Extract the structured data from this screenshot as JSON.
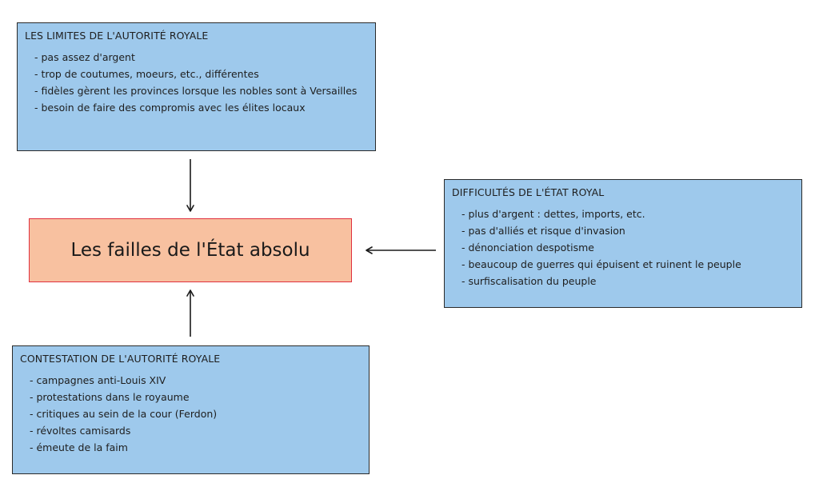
{
  "central": {
    "title": "Les failles de l'État absolu"
  },
  "limites": {
    "title": "LES LIMITES DE L'AUTORITÉ ROYALE",
    "items": [
      "pas assez d'argent",
      "trop de coutumes, moeurs, etc., différentes",
      "fidèles gèrent les provinces lorsque les nobles sont à Versailles",
      "besoin de faire des compromis avec les élites locaux"
    ]
  },
  "difficultes": {
    "title": "DIFFICULTÉS DE L'ÉTAT ROYAL",
    "items": [
      "plus d'argent : dettes,  imports, etc.",
      "pas d'alliés et risque d'invasion",
      "dénonciation despotisme",
      "beaucoup de guerres qui épuisent et ruinent le peuple",
      "surfiscalisation du peuple"
    ]
  },
  "contestation": {
    "title": "CONTESTATION DE L'AUTORITÉ ROYALE",
    "items": [
      "campagnes anti-Louis XIV",
      "protestations dans le royaume",
      "critiques au sein de la cour (Ferdon)",
      "révoltes camisards",
      "émeute de la faim"
    ]
  },
  "colors": {
    "box_fill": "#9ec9ec",
    "central_fill": "#f8c1a0",
    "central_border": "#e0313f",
    "arrow": "#1a1a1a"
  }
}
